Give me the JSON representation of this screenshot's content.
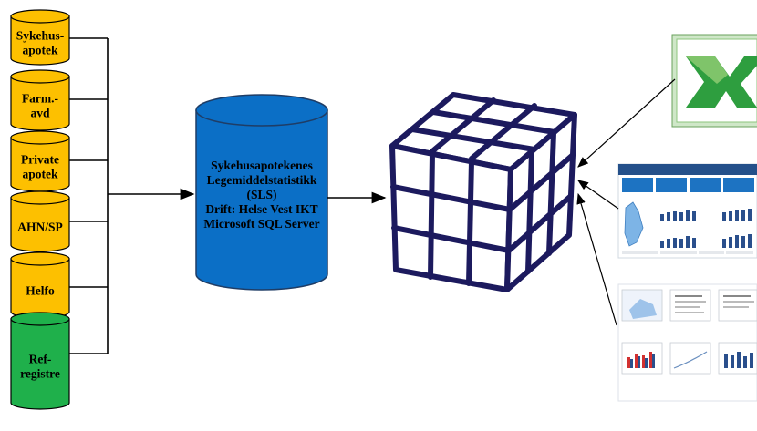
{
  "sources": [
    {
      "lines": [
        "Sykehus-",
        "apotek"
      ],
      "color": "#fdc000"
    },
    {
      "lines": [
        "Farm.-",
        "avd"
      ],
      "color": "#fdc000"
    },
    {
      "lines": [
        "Private",
        "apotek"
      ],
      "color": "#fdc000"
    },
    {
      "lines": [
        "AHN/SP"
      ],
      "color": "#fdc000"
    },
    {
      "lines": [
        "Helfo"
      ],
      "color": "#fdc000"
    },
    {
      "lines": [
        "Ref-",
        "registre"
      ],
      "color": "#1fb04b"
    }
  ],
  "database": {
    "lines": [
      "Sykehusapotekenes",
      "Legemiddelstatistikk",
      "(SLS)",
      "Drift: Helse Vest IKT",
      "Microsoft SQL Server"
    ],
    "color": "#0b6fc6"
  },
  "cube": {
    "label": "olap-cube"
  },
  "outputs": {
    "excel": {
      "letter": "X",
      "color": "#2e9e3f"
    }
  }
}
